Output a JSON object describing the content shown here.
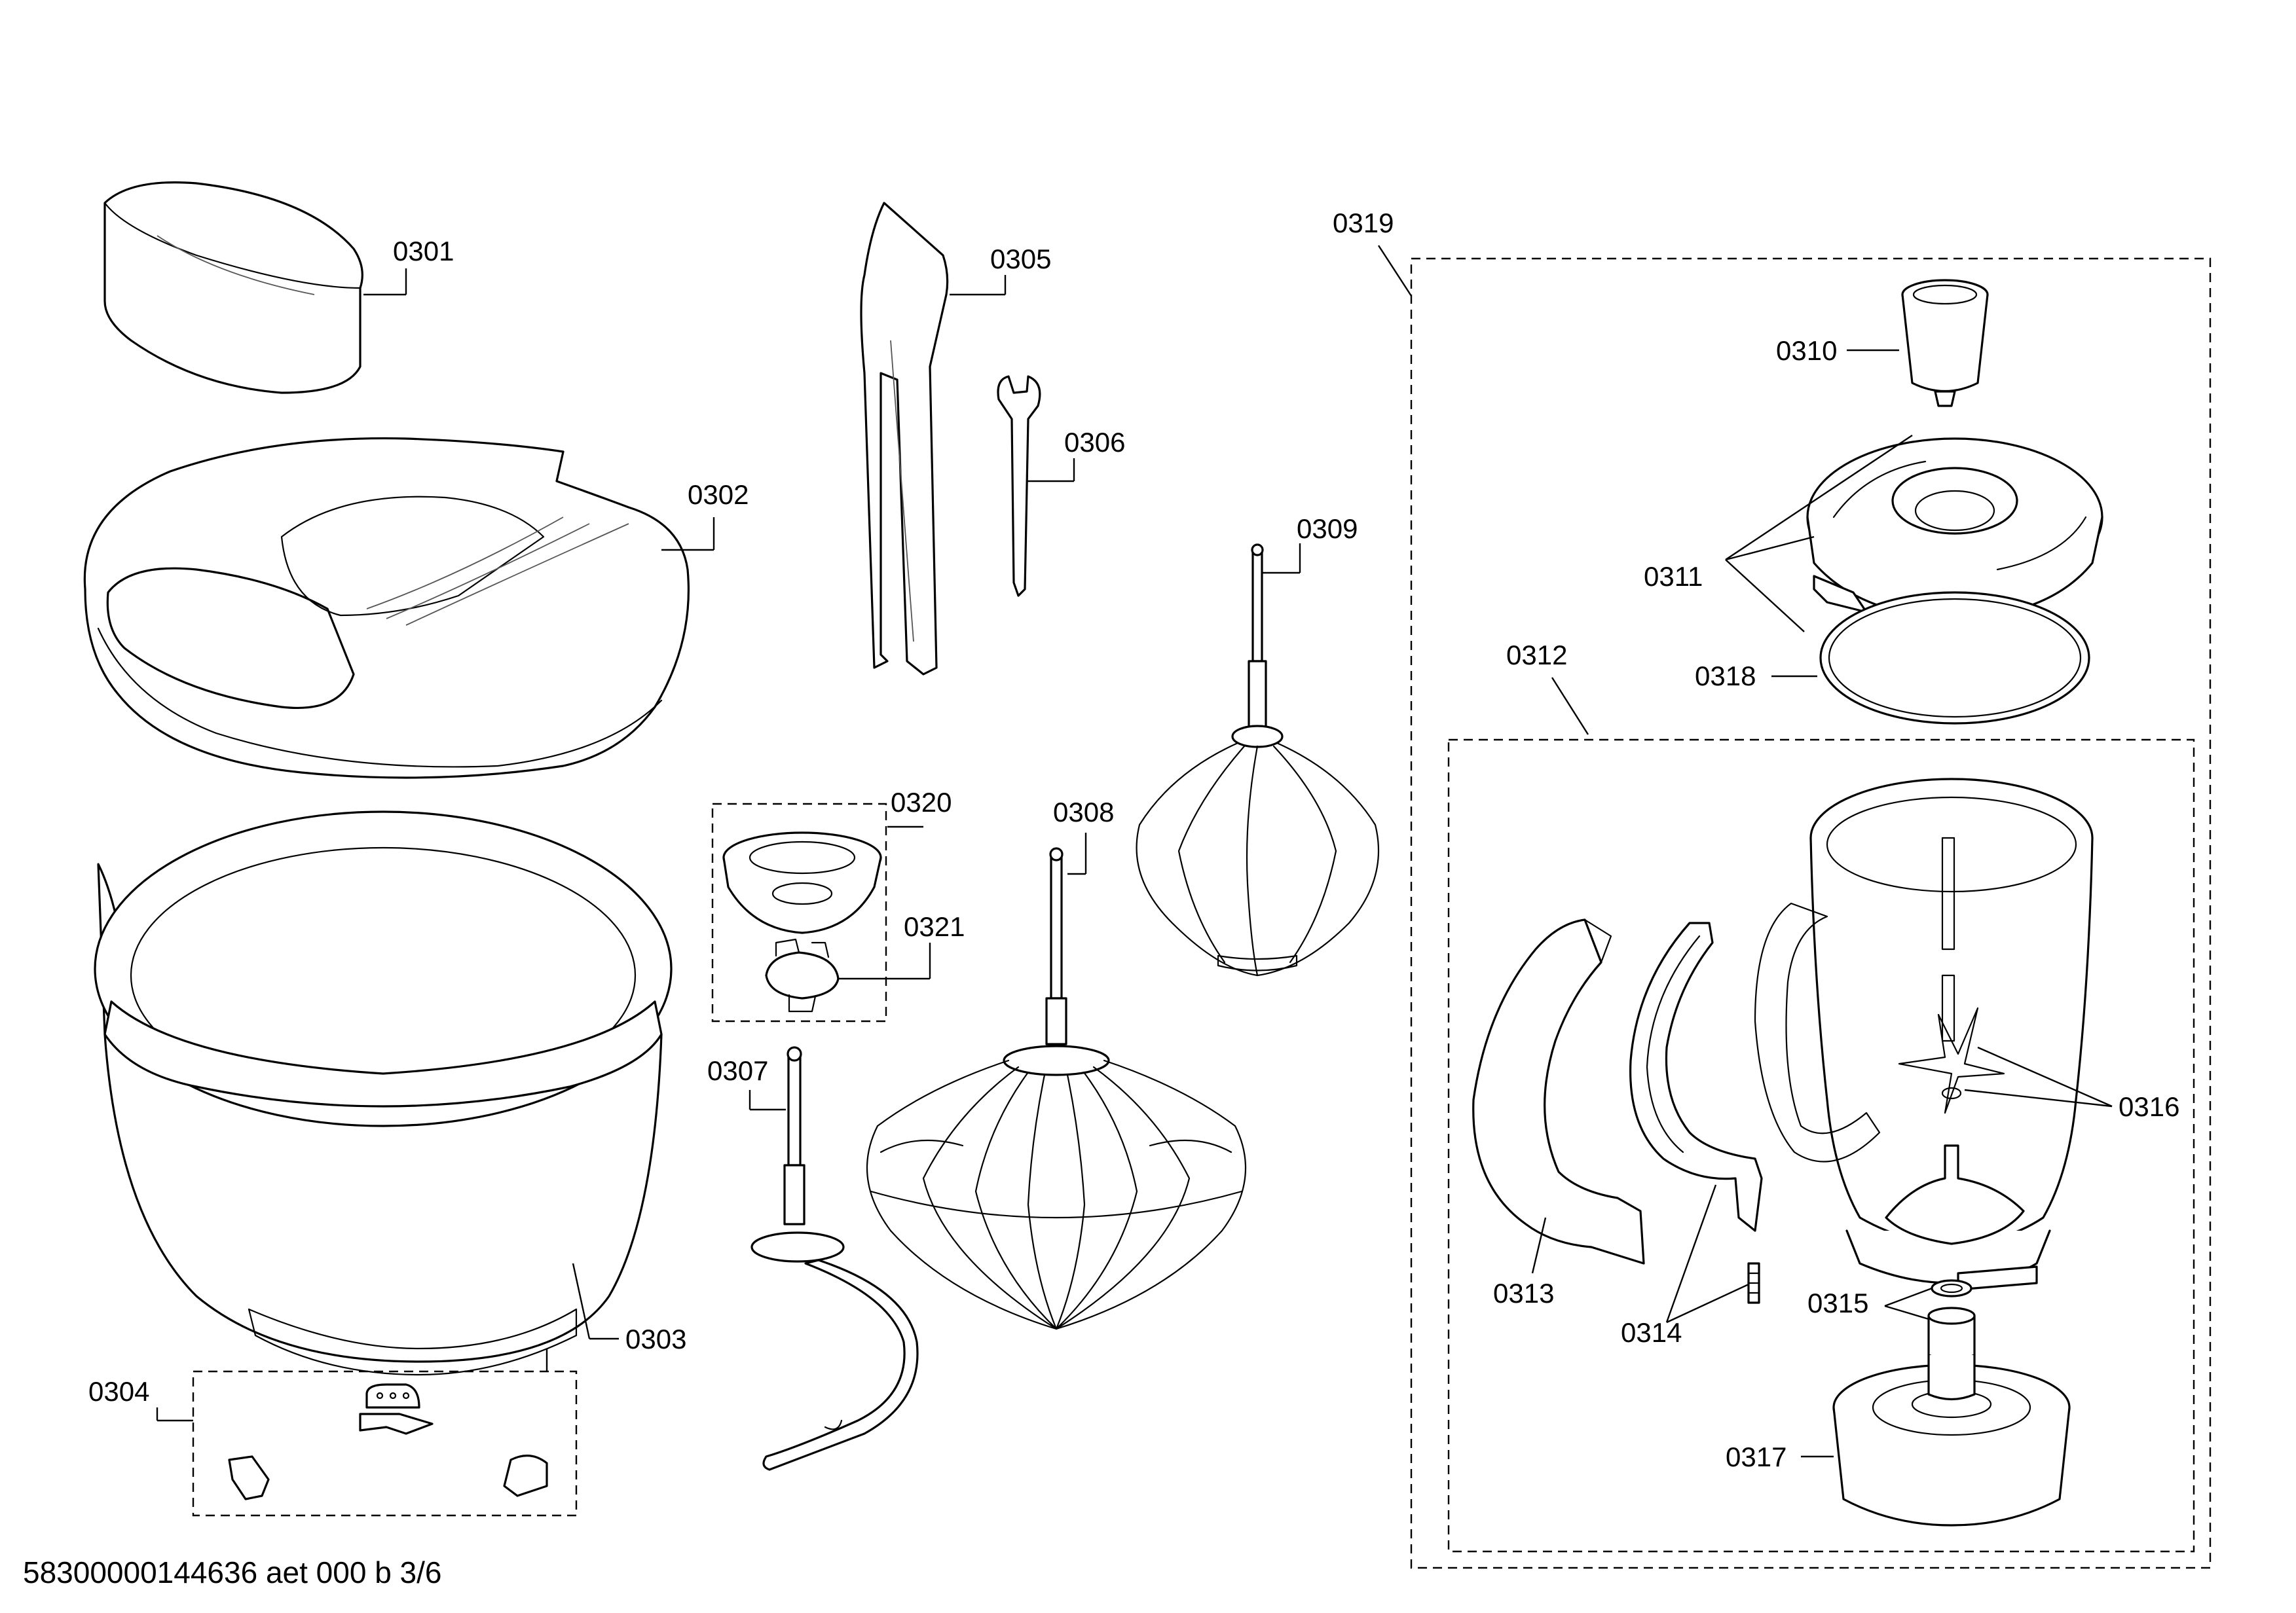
{
  "diagram": {
    "footer_code": "58300000144636 aet 000 b 3/6",
    "callouts": {
      "c0301": "0301",
      "c0302": "0302",
      "c0303": "0303",
      "c0304": "0304",
      "c0305": "0305",
      "c0306": "0306",
      "c0307": "0307",
      "c0308": "0308",
      "c0309": "0309",
      "c0310": "0310",
      "c0311": "0311",
      "c0312": "0312",
      "c0313": "0313",
      "c0314": "0314",
      "c0315": "0315",
      "c0316": "0316",
      "c0317": "0317",
      "c0318": "0318",
      "c0319": "0319",
      "c0320": "0320",
      "c0321": "0321"
    }
  }
}
